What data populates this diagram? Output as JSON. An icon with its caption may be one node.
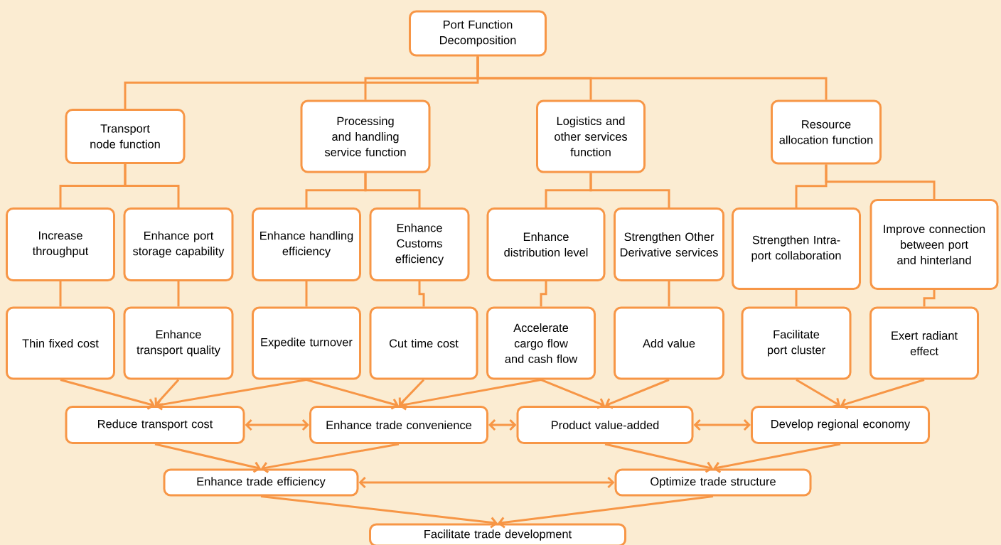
{
  "diagram": {
    "nodes": [
      {
        "text": [
          "Port Function Decomposition"
        ]
      },
      {
        "text": [
          "Transport node function"
        ]
      },
      {
        "text": [
          "Processing and handling service function"
        ]
      },
      {
        "text": [
          "Logistics and other services function"
        ]
      },
      {
        "text": [
          "Resource allocation function"
        ]
      },
      {
        "text": [
          "Increase throughput"
        ]
      },
      {
        "text": [
          "Enhance port storage capability"
        ]
      },
      {
        "text": [
          "Enhance handling efficiency"
        ]
      },
      {
        "text": [
          "Enhance Customs efficiency"
        ]
      },
      {
        "text": [
          "Enhance distribution level"
        ]
      },
      {
        "text": [
          "Strengthen Other Derivative services"
        ]
      },
      {
        "text": [
          "Strengthen Intra-port collaboration"
        ]
      },
      {
        "text": [
          "Improve connection between port and hinterland"
        ]
      },
      {
        "text": [
          "Thin fixed cost"
        ]
      },
      {
        "text": [
          "Enhance transport quality"
        ]
      },
      {
        "text": [
          "Expedite turnover"
        ]
      },
      {
        "text": [
          "Cut time cost"
        ]
      },
      {
        "text": [
          "Accelerate cargo flow and cash flow"
        ]
      },
      {
        "text": [
          "Add value"
        ]
      },
      {
        "text": [
          "Facilitate port cluster"
        ]
      },
      {
        "text": [
          "Exert radiant effect"
        ]
      },
      {
        "text": [
          "Reduce transport cost"
        ]
      },
      {
        "text": [
          "Enhance trade convenience"
        ]
      },
      {
        "text": [
          "Product value-added"
        ]
      },
      {
        "text": [
          "Develop regional economy"
        ]
      },
      {
        "text": [
          "Enhance trade efficiency"
        ]
      },
      {
        "text": [
          "Optimize trade structure"
        ]
      },
      {
        "text": [
          "Facilitate trade development"
        ]
      }
    ],
    "edges": [
      {
        "from": 0,
        "to": 1,
        "arrow": "none"
      },
      {
        "from": 0,
        "to": 2,
        "arrow": "none"
      },
      {
        "from": 0,
        "to": 3,
        "arrow": "none"
      },
      {
        "from": 0,
        "to": 4,
        "arrow": "none"
      },
      {
        "from": 1,
        "to": 5,
        "arrow": "none"
      },
      {
        "from": 1,
        "to": 6,
        "arrow": "none"
      },
      {
        "from": 2,
        "to": 7,
        "arrow": "none"
      },
      {
        "from": 2,
        "to": 8,
        "arrow": "none"
      },
      {
        "from": 3,
        "to": 9,
        "arrow": "none"
      },
      {
        "from": 3,
        "to": 10,
        "arrow": "none"
      },
      {
        "from": 4,
        "to": 11,
        "arrow": "none"
      },
      {
        "from": 4,
        "to": 12,
        "arrow": "none"
      },
      {
        "from": 5,
        "to": 13,
        "arrow": "none"
      },
      {
        "from": 6,
        "to": 14,
        "arrow": "none"
      },
      {
        "from": 7,
        "to": 15,
        "arrow": "none"
      },
      {
        "from": 8,
        "to": 16,
        "arrow": "none"
      },
      {
        "from": 9,
        "to": 17,
        "arrow": "none"
      },
      {
        "from": 10,
        "to": 18,
        "arrow": "none"
      },
      {
        "from": 11,
        "to": 19,
        "arrow": "none"
      },
      {
        "from": 12,
        "to": 20,
        "arrow": "none"
      },
      {
        "from": 13,
        "to": 21,
        "arrow": "to"
      },
      {
        "from": 14,
        "to": 21,
        "arrow": "to"
      },
      {
        "from": 15,
        "to": 21,
        "arrow": "to"
      },
      {
        "from": 15,
        "to": 22,
        "arrow": "to"
      },
      {
        "from": 16,
        "to": 22,
        "arrow": "to"
      },
      {
        "from": 17,
        "to": 22,
        "arrow": "to"
      },
      {
        "from": 17,
        "to": 23,
        "arrow": "to"
      },
      {
        "from": 18,
        "to": 23,
        "arrow": "to"
      },
      {
        "from": 19,
        "to": 24,
        "arrow": "to"
      },
      {
        "from": 20,
        "to": 24,
        "arrow": "to"
      },
      {
        "from": 21,
        "to": 22,
        "arrow": "both"
      },
      {
        "from": 22,
        "to": 23,
        "arrow": "both"
      },
      {
        "from": 23,
        "to": 24,
        "arrow": "both"
      },
      {
        "from": 21,
        "to": 25,
        "arrow": "to"
      },
      {
        "from": 22,
        "to": 25,
        "arrow": "to"
      },
      {
        "from": 23,
        "to": 26,
        "arrow": "to"
      },
      {
        "from": 24,
        "to": 26,
        "arrow": "to"
      },
      {
        "from": 25,
        "to": 26,
        "arrow": "both"
      },
      {
        "from": 25,
        "to": 27,
        "arrow": "to"
      },
      {
        "from": 26,
        "to": 27,
        "arrow": "to"
      }
    ]
  }
}
